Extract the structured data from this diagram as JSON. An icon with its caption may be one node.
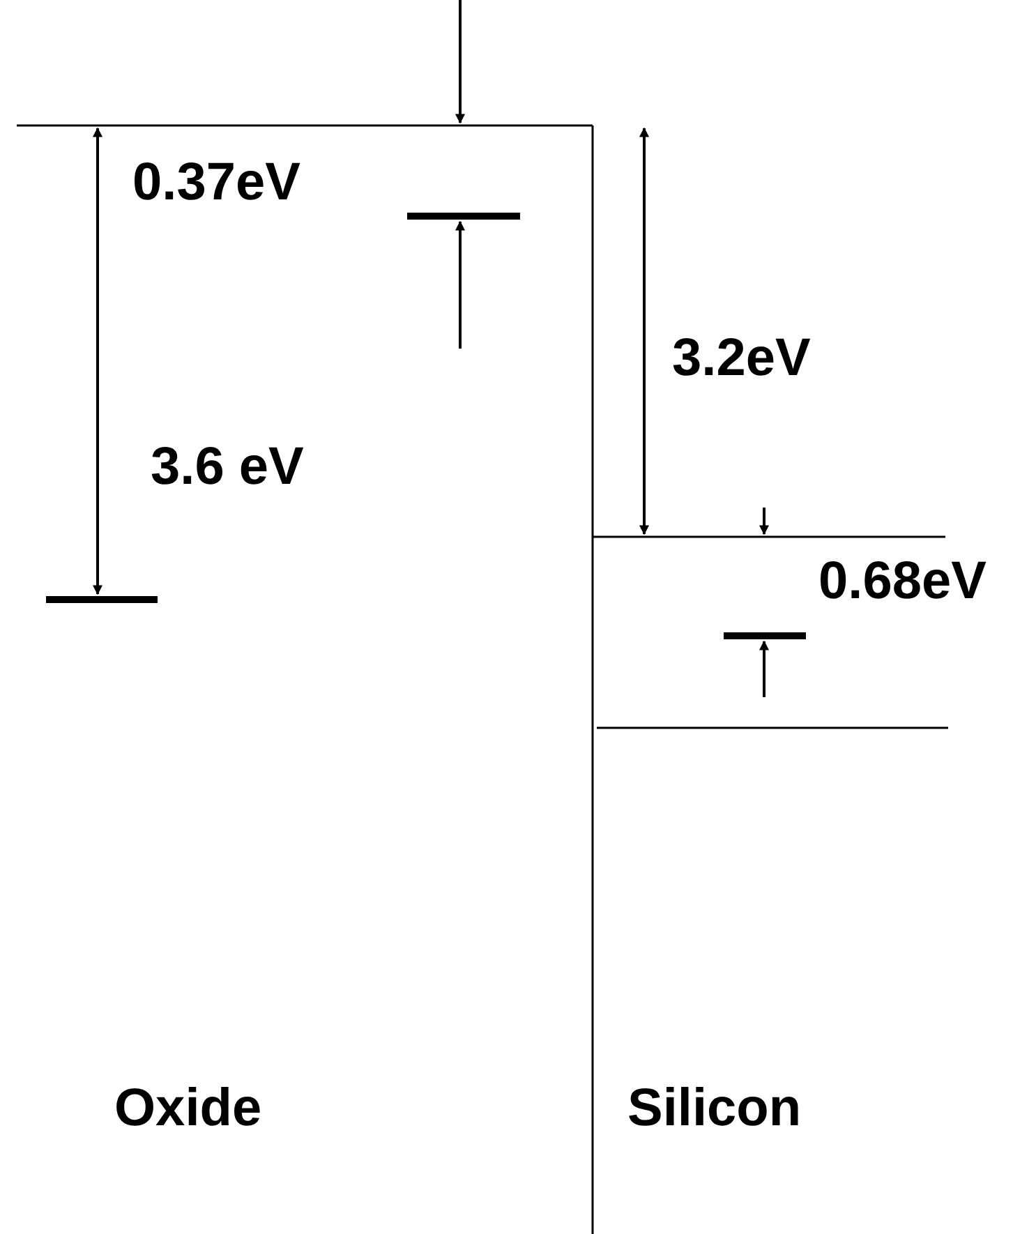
{
  "diagram": {
    "labels": [
      "0.37eV",
      "3.2eV",
      "3.6 eV",
      "0.68eV",
      "Oxide",
      "Silicon"
    ]
  }
}
